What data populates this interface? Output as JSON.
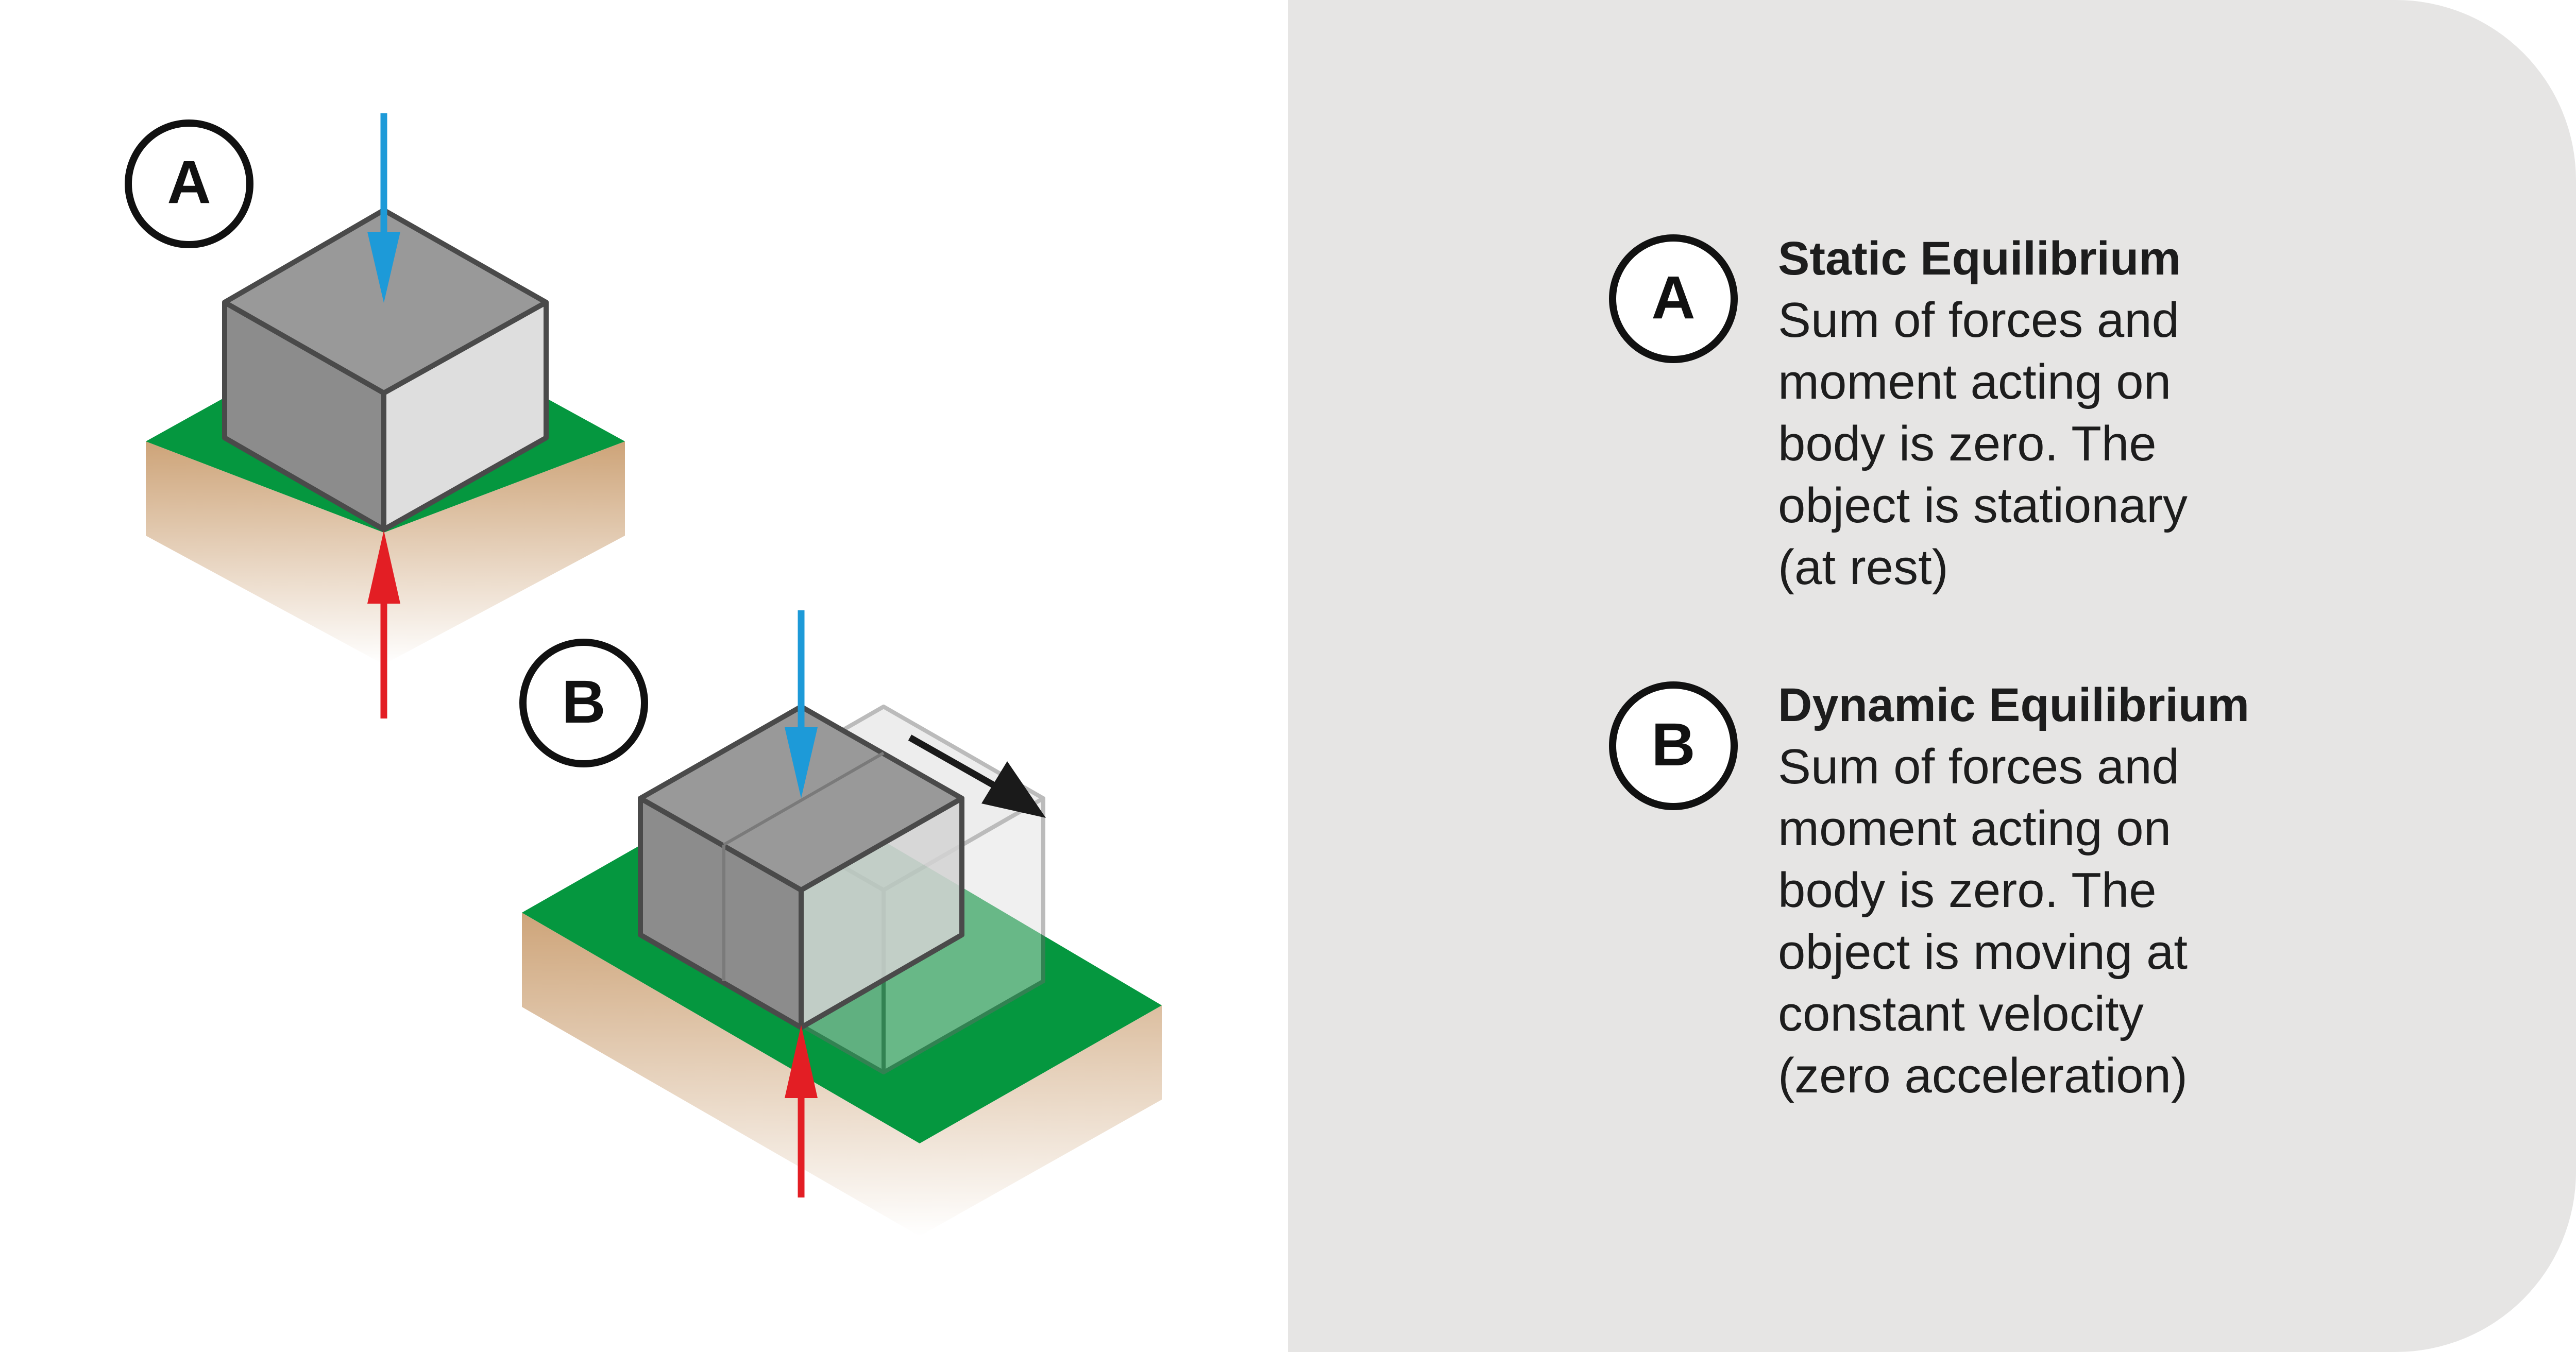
{
  "diagram": {
    "panel_a": {
      "badge": "A"
    },
    "panel_b": {
      "badge": "B"
    }
  },
  "legend": {
    "items": [
      {
        "badge": "A",
        "title": "Static Equilibrium",
        "lines": [
          "Sum of forces and",
          "moment acting on",
          "body is zero. The",
          "object is stationary",
          "(at rest)"
        ]
      },
      {
        "badge": "B",
        "title": "Dynamic Equilibrium",
        "lines": [
          "Sum of forces and",
          "moment acting on",
          "body is zero. The",
          "object is moving at",
          "constant velocity",
          "(zero acceleration)"
        ]
      }
    ]
  },
  "colors": {
    "panel_background": "#e6e5e4",
    "ground_green": "#05973f",
    "box_top": "#999999",
    "box_left": "#8c8c8c",
    "box_right": "#dedede",
    "box_edge": "#4a4a4a",
    "gravity_arrow": "#1d9ad8",
    "normal_arrow": "#e31e24",
    "motion_arrow": "#1a1a1a",
    "soil": "#c89a6a",
    "text": "#1d1d1d"
  }
}
